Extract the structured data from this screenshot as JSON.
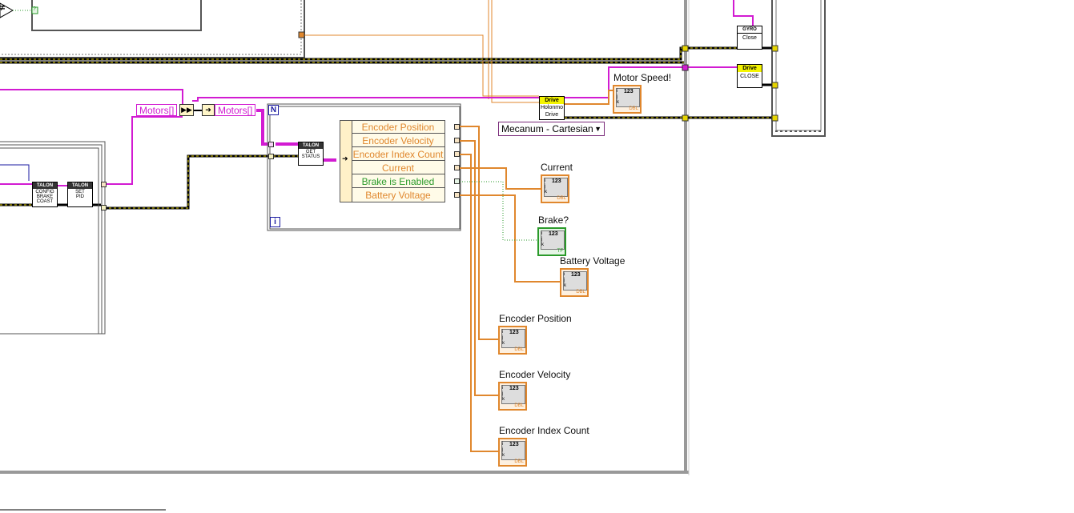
{
  "canvas": {
    "background": "#ffffff"
  },
  "colors": {
    "pink_wire": "#d21bd2",
    "orange_wire": "#e0872d",
    "green_wire": "#2a9a2a",
    "yellow_bg": "#f4f400"
  },
  "motors_tag_1": "Motors[]",
  "motors_tag_2": "Motors[]",
  "loop": {
    "count_terminal": "N",
    "iteration_terminal": "i"
  },
  "talon_get_status": {
    "header": "TALON",
    "line1": "GET",
    "line2": "STATUS"
  },
  "talon_config_brake": {
    "header": "TALON",
    "line1": "CONFIG",
    "line2": "BRAKE",
    "line3": "COAST"
  },
  "talon_set_pid": {
    "header": "TALON",
    "line1": "SET",
    "line2": "PID"
  },
  "unbundle": {
    "rows": [
      "Encoder Position",
      "Encoder Velocity",
      "Encoder Index Count",
      "Current",
      "Brake is Enabled",
      "Battery Voltage"
    ]
  },
  "drive_holonomic": {
    "header": "Drive",
    "line1": "Holonmo",
    "line2": "Drive"
  },
  "mecanum_ring": {
    "value": "Mecanum - Cartesian",
    "arrow": "triangle-down-icon"
  },
  "gyro_close": {
    "header": "GYRO",
    "label": "Close"
  },
  "drive_close": {
    "header": "Drive",
    "label": "CLOSE"
  },
  "indicators": {
    "motor_speed": {
      "label": "Motor Speed!",
      "type": "DBL"
    },
    "current": {
      "label": "Current",
      "type": "DBL"
    },
    "brake": {
      "label": "Brake?",
      "type": "TF"
    },
    "battery": {
      "label": "Battery Voltage",
      "type": "DBL"
    },
    "enc_pos": {
      "label": "Encoder Position",
      "type": "DBL"
    },
    "enc_vel": {
      "label": "Encoder Velocity",
      "type": "DBL"
    },
    "enc_idx": {
      "label": "Encoder Index Count",
      "type": "DBL"
    }
  },
  "indicator_display": {
    "num": "123",
    "i": "i",
    "j": "j",
    "k": "k"
  },
  "compare_glyph": "≠",
  "bool_glyph": "?"
}
